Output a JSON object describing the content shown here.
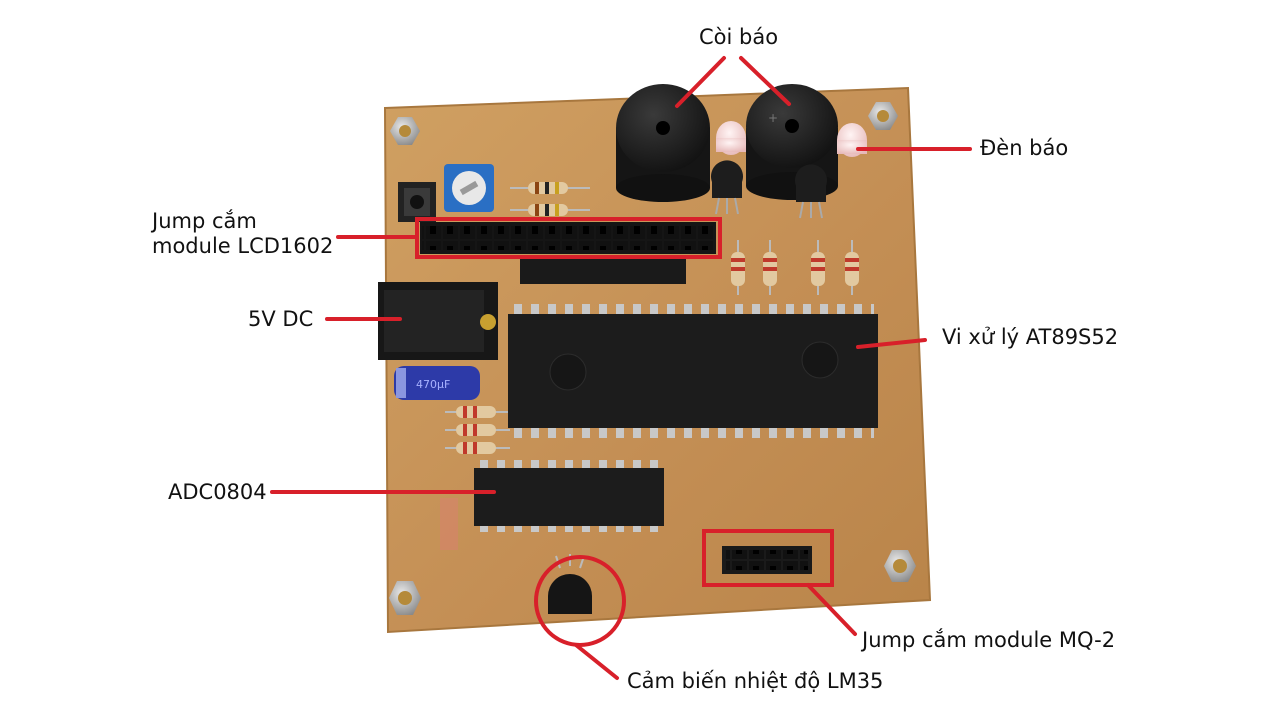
{
  "labels": {
    "buzzer": "Còi báo",
    "led": "Đèn báo",
    "lcd_jumper_line1": "Jump cắm",
    "lcd_jumper_line2": "module LCD1602",
    "dc_jack": "5V DC",
    "mcu": "Vi xử lý AT89S52",
    "adc": "ADC0804",
    "mq2_jumper": "Jump cắm module MQ-2",
    "temp_sensor": "Cảm biến nhiệt độ LM35"
  },
  "colors": {
    "annotation": "#d8202a",
    "pcb": "#c9975a",
    "ic_body": "#1c1c1c",
    "text": "#111111"
  }
}
